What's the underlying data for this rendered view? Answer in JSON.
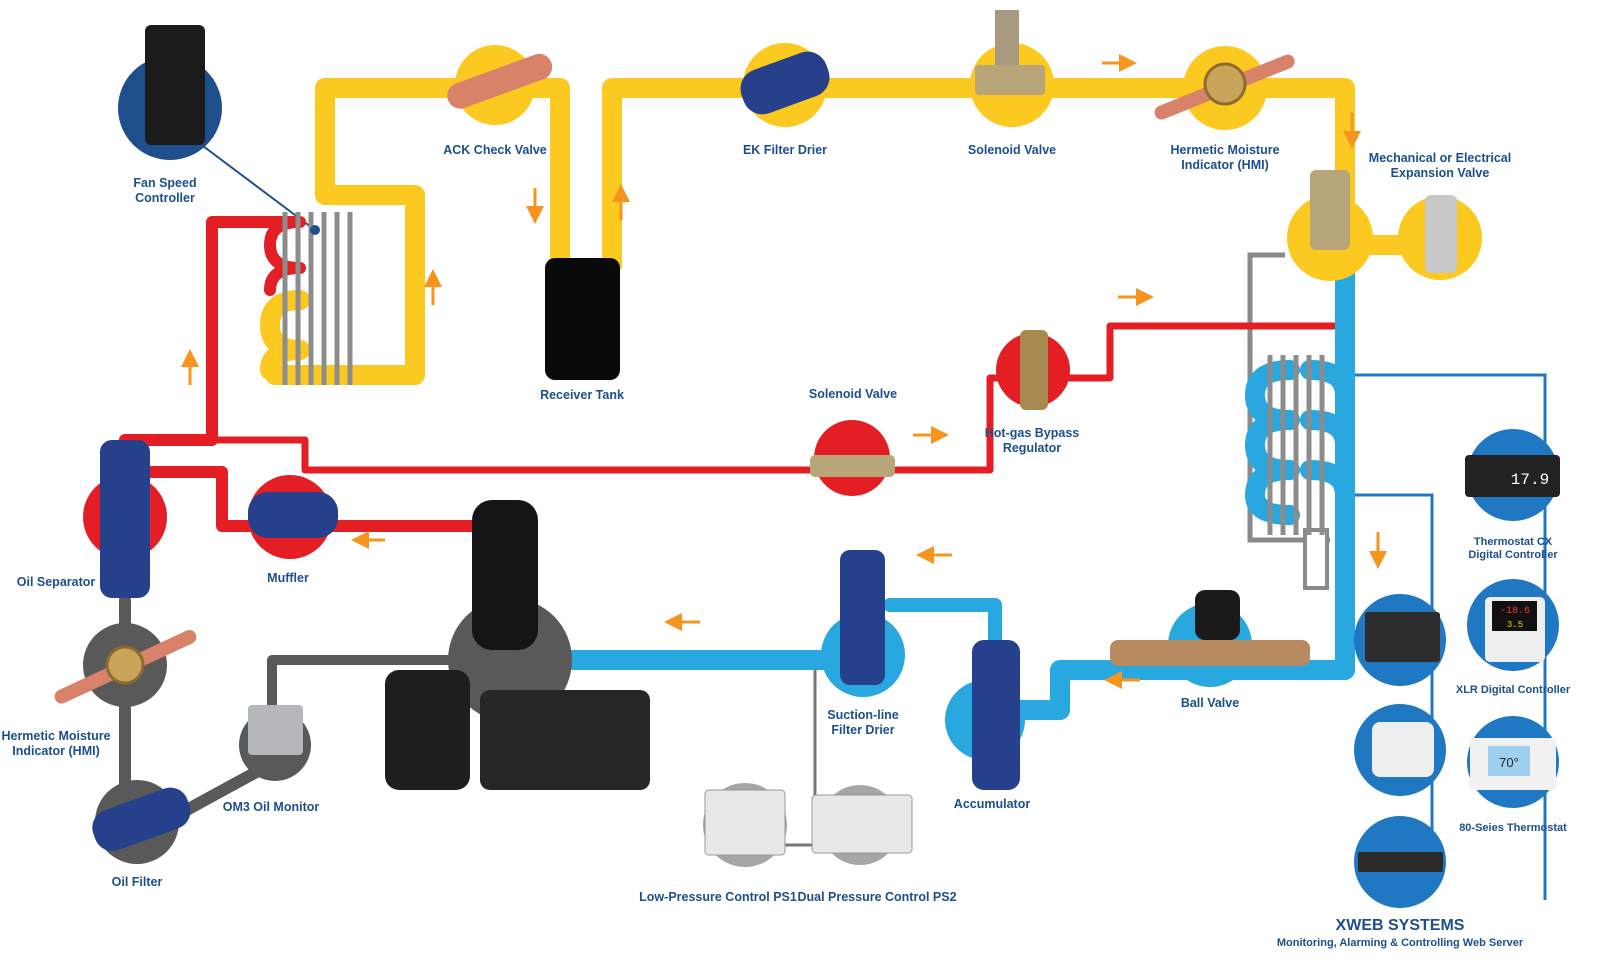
{
  "colors": {
    "liquid_line": "#fbc91f",
    "discharge_line": "#e31e24",
    "suction_line": "#29a8e0",
    "oil_line": "#595959",
    "label": "#1d4f8c",
    "arrow": "#f7941d"
  },
  "components": {
    "fan_speed_controller": [
      "Fan Speed",
      "Controller"
    ],
    "ack_check_valve": "ACK Check Valve",
    "ek_filter_drier": "EK Filter Drier",
    "solenoid_valve_top": "Solenoid Valve",
    "hmi_top": [
      "Hermetic Moisture",
      "Indicator (HMI)"
    ],
    "expansion_valve": [
      "Mechanical or Electrical",
      "Expansion Valve"
    ],
    "receiver_tank": "Receiver Tank",
    "solenoid_valve_mid": "Solenoid Valve",
    "hot_gas_bypass": [
      "Hot-gas Bypass",
      "Regulator"
    ],
    "oil_separator": "Oil Separator",
    "muffler": "Muffler",
    "thermostat_cx": [
      "Thermostat CX",
      "Digital Controller"
    ],
    "suction_filter": [
      "Suction-line",
      "Filter Drier"
    ],
    "accumulator": "Accumulator",
    "ball_valve": "Ball Valve",
    "xlr_controller": "XLR Digital Controller",
    "hmi_oil": [
      "Hermetic Moisture",
      "Indicator (HMI)"
    ],
    "om3_oil_monitor": "OM3 Oil Monitor",
    "thermostat_80": "80-Seies Thermostat",
    "oil_filter": "Oil Filter",
    "ps1": "Low-Pressure Control PS1",
    "ps2": "Dual Pressure Control PS2",
    "xweb_title": "XWEB SYSTEMS",
    "xweb_sub": "Monitoring, Alarming & Controlling Web Server"
  },
  "displays": {
    "xlr_top": "-18.6",
    "xlr_bottom": "3.5",
    "thermostat_80": "70°",
    "cx": "17.9"
  }
}
